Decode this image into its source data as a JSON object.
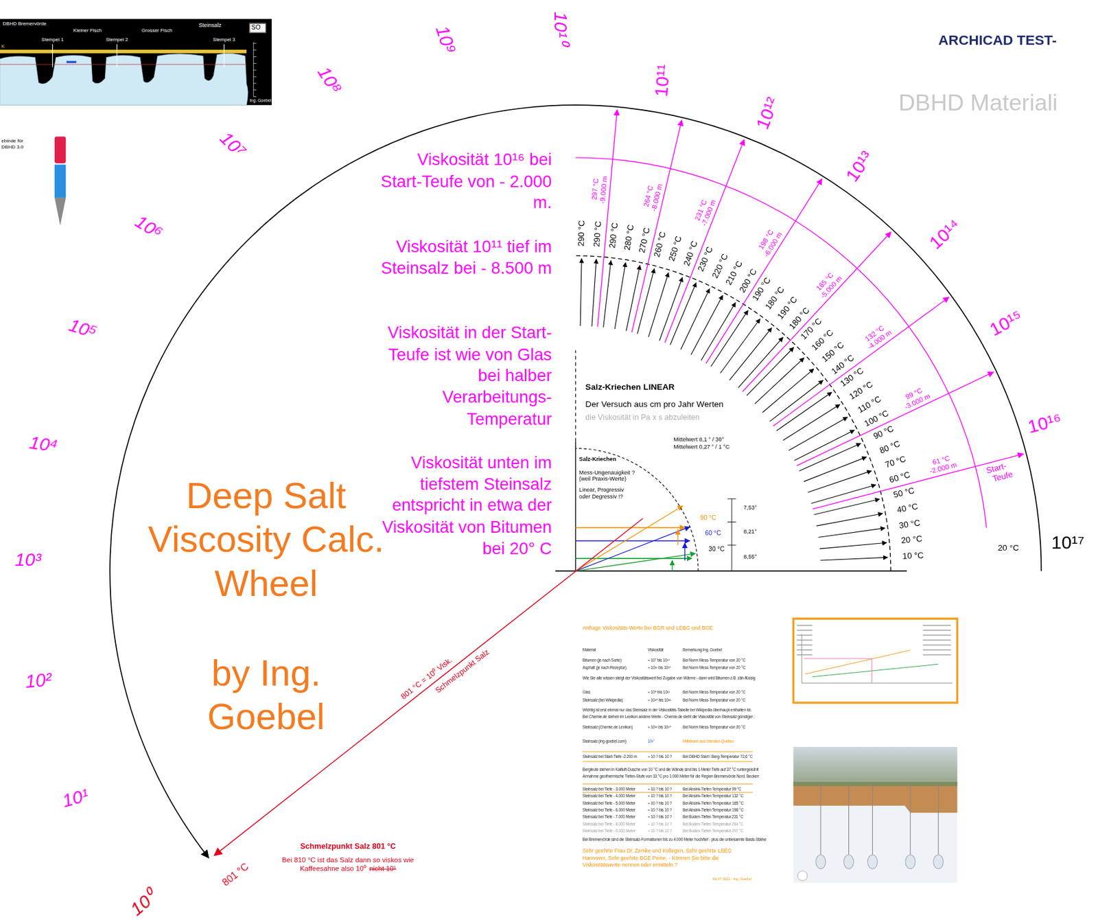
{
  "diagram": {
    "nodes": [
      {
        "text": [
          "SO"
        ]
      }
    ],
    "labels": [
      "DBHD Bremervörde",
      "Kleiner Fisch",
      "Grosser Fisch",
      "Steinsalz",
      "Stempel 1",
      "Stempel 2",
      "Stempel 3",
      "K",
      "Ing. Goebel",
      "ebinde für",
      "DBHD 3.0",
      "ARCHICAD TEST-",
      "DBHD Materiali",
      "10⁰",
      "10¹",
      "10²",
      "10³",
      "10⁴",
      "10⁵",
      "10⁶",
      "10⁷",
      "10⁸",
      "10⁹",
      "10¹⁰",
      "10¹¹",
      "10¹²",
      "10¹³",
      "10¹⁴",
      "10¹⁵",
      "10¹⁶",
      "10¹⁷",
      "Viskosität 10¹⁶ bei Start-Teufe von - 2.000 m.",
      "Viskosität 10¹¹ tief im Steinsalz bei - 8.500 m",
      "Viskosität in der Start-Teufe ist wie von Glas bei halber Verarbeitungs-Temperatur",
      "Viskosität unten im tiefstem Steinsalz entspricht in etwa der Viskosität von Bitumen bei 20° C",
      "Deep Salt Viscosity Calc. Wheel",
      "by Ing. Goebel",
      "10 °C",
      "20 °C",
      "30 °C",
      "40 °C",
      "50 °C",
      "60 °C",
      "70 °C",
      "80 °C",
      "90 °C",
      "100 °C",
      "110 °C",
      "120 °C",
      "130 °C",
      "140 °C",
      "150 °C",
      "160 °C",
      "170 °C",
      "180 °C",
      "190 °C",
      "180 °C",
      "190 °C",
      "200 °C",
      "210 °C",
      "220 °C",
      "230 °C",
      "240 °C",
      "250 °C",
      "260 °C",
      "270 °C",
      "280 °C",
      "290 °C",
      "290 °C",
      "290 °C",
      "61 °C",
      "-2.000 m",
      "Start-",
      "Teufe",
      "99 °C",
      "-3.000 m",
      "132 °C",
      "-4.000 m",
      "165 °C",
      "-5.000 m",
      "198 °C",
      "-6.000 m",
      "231 °C",
      "-7.000 m",
      "264 °C",
      "-8.000 m",
      "297 °C",
      "-9.000 m",
      "Salz-Kriechen LINEAR",
      "Der Versuch aus cm pro Jahr Werten",
      "die Viskosität in Pa x s abzuleiten",
      "Mittelwert 8,1 ° / 30°",
      "Mittelwert 0,27 ° / 1 °C",
      "Salz-Kriechen",
      "Mess-Ungenauigkeit ?",
      "(weil Praxis-Werte)",
      "Linear, Progressiv",
      "oder Degressiv !?",
      "90 °C",
      "60 °C",
      "30 °C",
      "7,53°",
      "8,21°",
      "8,55°",
      "20 °C",
      "801 °C = 10⁰ Visk.",
      "Schmelzpunkt Salz",
      "801 °C",
      "Schmelzpunkt Salz 801 °C",
      "Bei 810 °C ist das Salz dann so viskos wie Kaffeesahne also 10⁰",
      "nicht 10¹",
      "Anfrage Viskositäts-Werte bei BGR und LEBG und BGE",
      "Material",
      "Viskosität",
      "Bemerkung Ing. Goebel",
      "Bitumen (je nach Sorte)",
      "≈ 10⁷ bis 10¹⁴",
      "Bei Norm Mess-Temperatur von 20 °C",
      "Asphalt (je nach Rezeptur)",
      "≈ 10¹¹ bis 10¹⁶",
      "Bei Norm Mess-Temperatur von 20 °C",
      "Wie Sie alle wissen steigt der Viskositätswert bei Zugabe von Wärme - dann wird Bitumen z.B. zäh-flüssig",
      "Glas",
      "≈ 10⁸ bis 10¹³",
      "Bei Norm Mess-Temperatur von 20 °C",
      "Steinsalz (bei Wikipedia)",
      "≈ 10¹⁸ bis 10²¹",
      "Bei Norm Mess-Temperatur von 20 °C",
      "Wichtig ist erst einmal nur das Steinsalz in der Viskositäts-Tabelle bei Wikipedia überhaupt enthalten ist.",
      "Bei Chemie.de stehen im Lexikon andere Werte - Chemie.de steht die Viskosität von Steinsalz günstiger :",
      "Steinsalz (Chemie.de Lexikon)",
      "≈ 10¹³ bis 10¹⁸",
      "Bei Norm Mess-Temperatur von 20 °C",
      "Steinsalz (ing-goebel.com)",
      "10¹⁷",
      "Mittelwert aus Literatur-Quellen",
      "Steinsalz bei Start-Tiefe -2.200 m",
      "≈ 10 ? bis 10 ?",
      "Bei DBHD Start / Berg-Temperatur 72,6 °C",
      "Bergleute stehen in Kaltluft-Dusche von 10 °C und die Wände sind bis 1 Meter Tiefe auf 37 °C runtergekühlt",
      "Annahme geothermische Tiefen-Stufe von 33 °C pro 1.000 Meter für die Region Bremervörde Nord. Becken",
      "Steinsalz bei Tiefe - 3.000 Meter",
      "≈ 10 ? bis 10 ?",
      "Bei Absink-Tiefen Temperatur 99 °C",
      "Steinsalz bei Tiefe - 4.000 Meter",
      "≈ 10 ? bis 10 ?",
      "Bei Absink-Tiefen Temperatur 132 °C",
      "Steinsalz bei Tiefe - 5.000 Meter",
      "≈ 10 ? bis 10 ?",
      "Bei Absink-Tiefen Temperatur 165 °C",
      "Steinsalz bei Tiefe - 6.000 Meter",
      "≈ 10 ? bis 10 ?",
      "Bei Absink-Tiefen Temperatur 198 °C",
      "Steinsalz bei Tiefe - 7.000 Meter",
      "≈ 10 ? bis 10 ?",
      "Bei Boden-Tiefen Temperatur 231 °C",
      "Steinsalz bei Tiefe - 8.000 Meter",
      "≈ 10 ? bis 10 ?",
      "Bei Boden-Tiefen Temperatur 264 °C",
      "Steinsalz bei Tiefe - 9.000 Meter",
      "≈ 10 ? bis 10 ?",
      "Bei Boden-Tiefen Temperatur 297 °C",
      "Bei Bremervörde sind die Steinsalz-Formationen bis zu 4.000 Meter hoch/tief - plus die unbekannte Basis-Stärke",
      "Sehr geehrte Frau Dr. Zemke und Kollegen, Sehr geehrte LBEG Hannover, Sehr geehrte BGE Peine. - Können Sie bitte die Viskositätswerte nennen oder ermitteln ?",
      "09.07.2021 - Ing. Goebel"
    ]
  }
}
